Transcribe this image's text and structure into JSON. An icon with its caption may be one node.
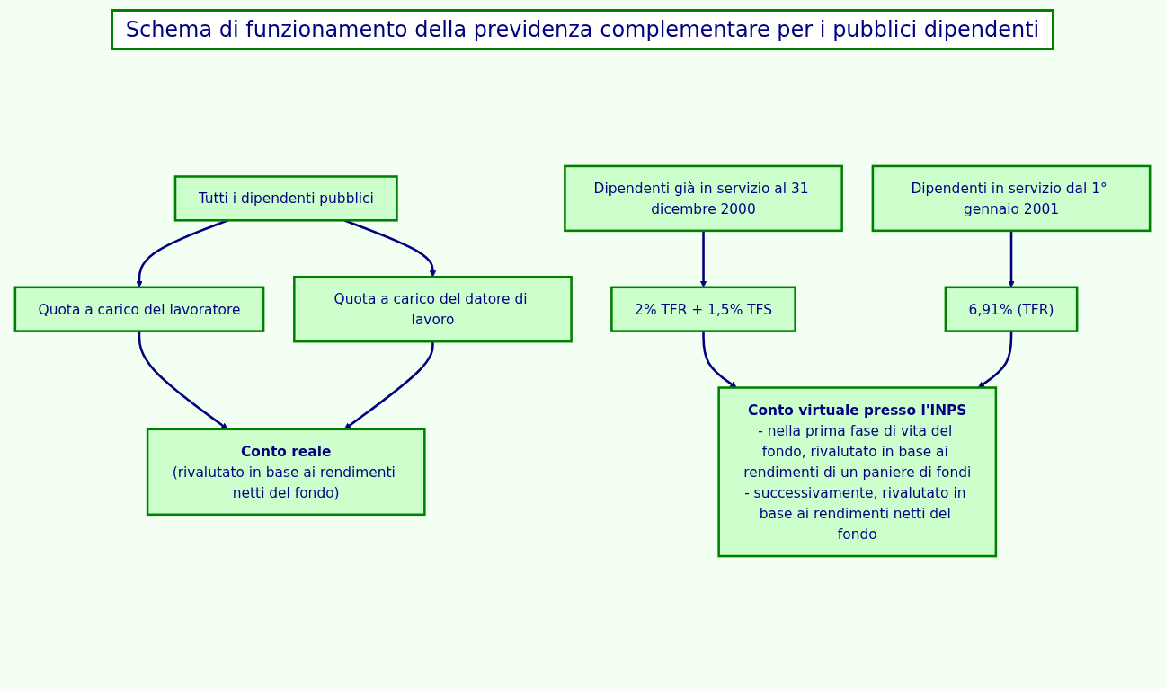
{
  "diagram": {
    "title": "Schema di funzionamento della previdenza complementare per i pubblici dipendenti",
    "nodes": [
      {
        "text": [
          "Tutti i dipendenti pubblici"
        ]
      },
      {
        "text": [
          "Dipendenti già in servizio al 31 dicembre 2000"
        ]
      },
      {
        "text": [
          "Dipendenti in servizio dal 1° gennaio 2001"
        ]
      },
      {
        "text": [
          "Quota a carico del lavoratore"
        ]
      },
      {
        "text": [
          "Quota a carico del datore di lavoro"
        ]
      },
      {
        "text": [
          "2% TFR + 1,5% TFS"
        ]
      },
      {
        "text": [
          "6,91% (TFR)"
        ]
      },
      {
        "text": [
          "Conto reale",
          "(rivalutato in base ai rendimenti netti del fondo)"
        ]
      },
      {
        "text": [
          "Conto virtuale presso l'INPS",
          "- nella prima fase di vita del fondo, rivalutato in base ai rendimenti di un paniere di fondi",
          "- successivamente, rivalutato in base ai rendimenti netti del fondo"
        ]
      }
    ],
    "edges": [
      {
        "from": 0,
        "to": 3,
        "arrow": "to"
      },
      {
        "from": 0,
        "to": 4,
        "arrow": "to"
      },
      {
        "from": 1,
        "to": 5,
        "arrow": "to"
      },
      {
        "from": 2,
        "to": 6,
        "arrow": "to"
      },
      {
        "from": 3,
        "to": 7,
        "arrow": "to"
      },
      {
        "from": 4,
        "to": 7,
        "arrow": "to"
      },
      {
        "from": 5,
        "to": 8,
        "arrow": "to"
      },
      {
        "from": 6,
        "to": 8,
        "arrow": "to"
      }
    ]
  }
}
